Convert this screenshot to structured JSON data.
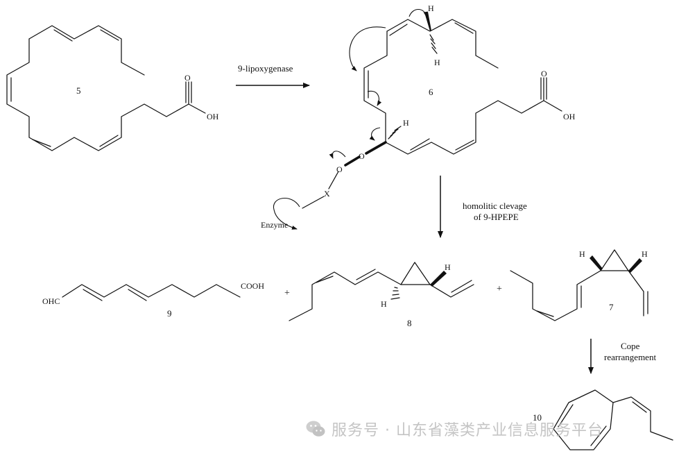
{
  "compounds": {
    "c5": "5",
    "c6": "6",
    "c7": "7",
    "c8": "8",
    "c9": "9",
    "c10": "10"
  },
  "atoms": {
    "oxygen": "O",
    "hydroxyl": "OH",
    "hydrogen": "H",
    "x": "X",
    "enzyme": "Enzyme",
    "aldehyde": "OHC",
    "carboxyl": "COOH"
  },
  "steps": {
    "step1": "9-lipoxygenase",
    "step2_line1": "homolitic clevage",
    "step2_line2": "of 9-HPEPE",
    "step3_line1": "Cope",
    "step3_line2": "rearrangement"
  },
  "operators": {
    "plus": "+"
  },
  "watermark": {
    "icon": "wechat-icon",
    "text": "服务号 · 山东省藻类产业信息服务平台"
  }
}
